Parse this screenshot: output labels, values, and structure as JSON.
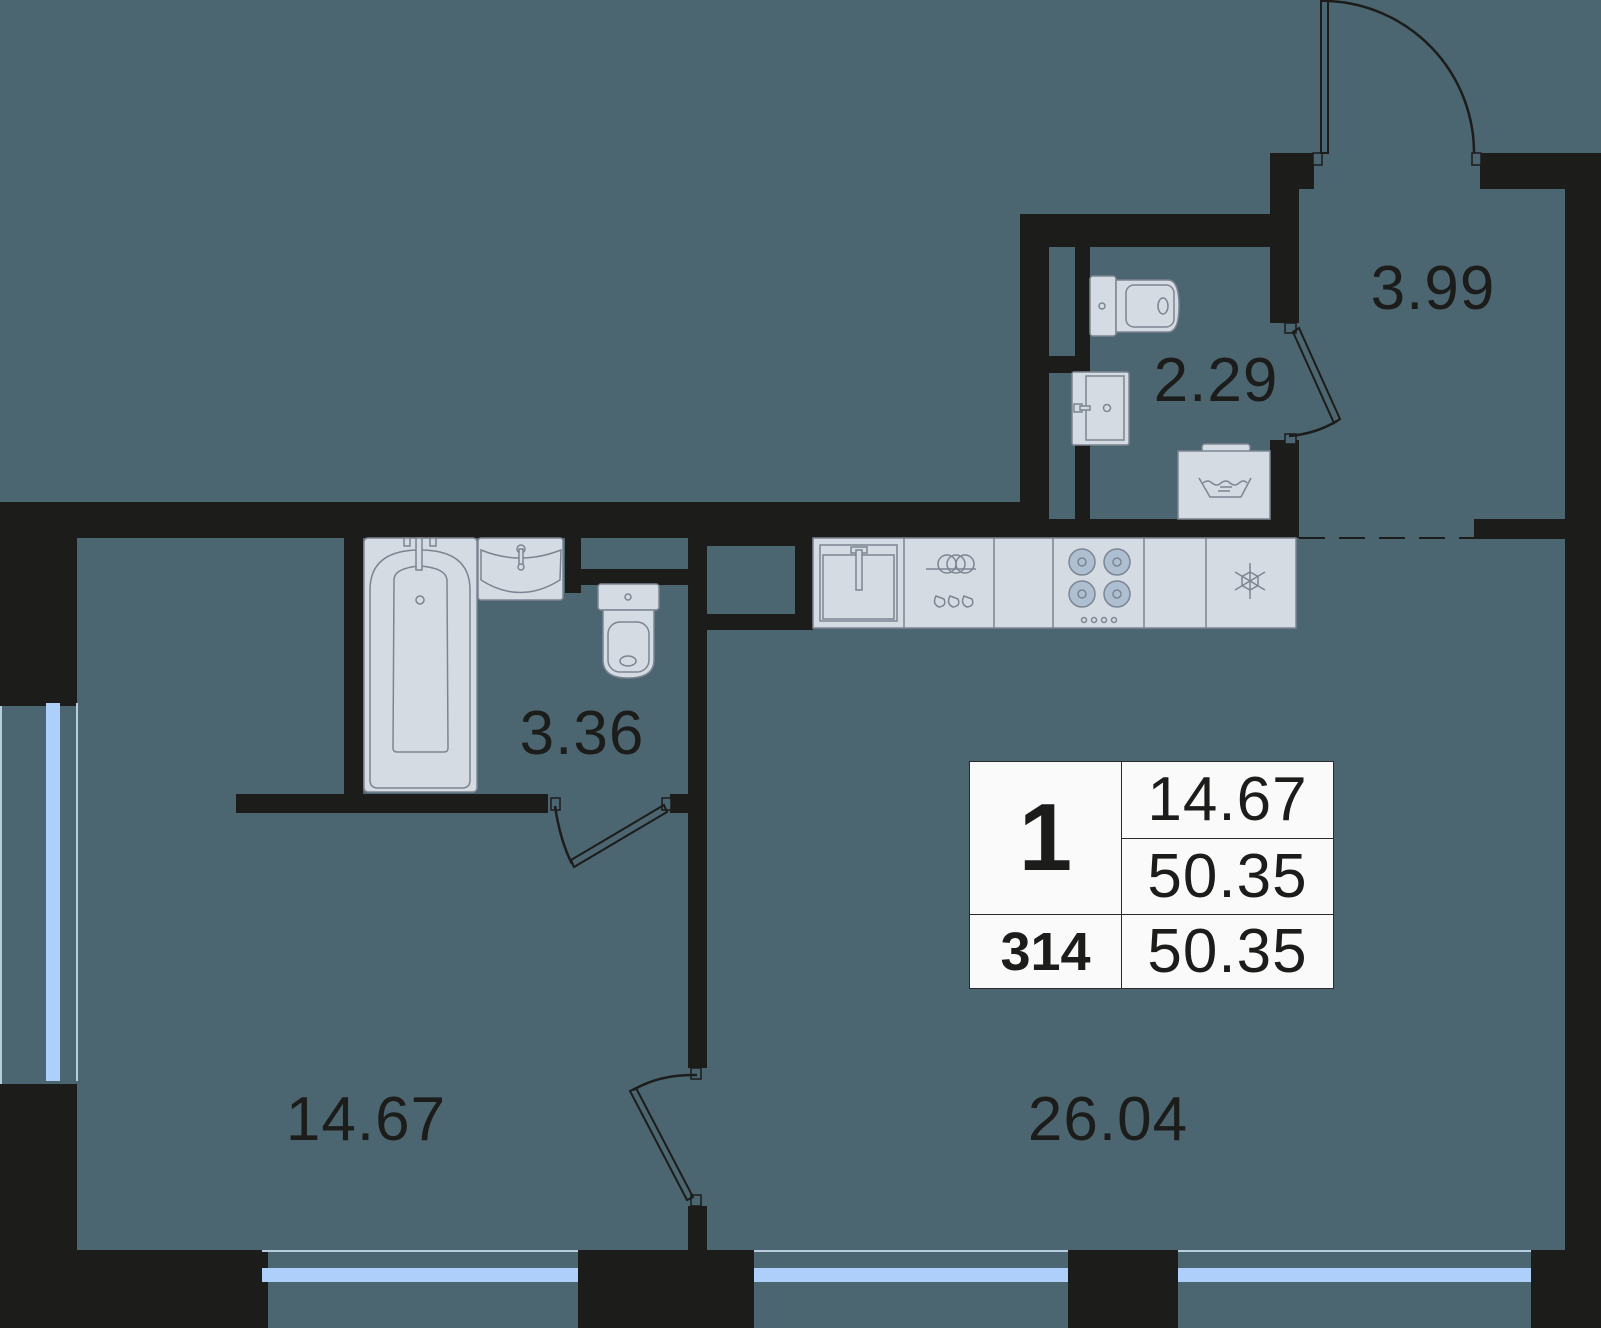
{
  "colors": {
    "background": "#4b6670",
    "wall": "#1c1c1a",
    "window_glass": "#aecffa",
    "fixture_fill": "#d5dbe3",
    "fixture_stroke": "#7c8591",
    "table_bg": "#fafafa"
  },
  "rooms": [
    {
      "id": "bedroom",
      "area": "14.67"
    },
    {
      "id": "living-kitchen",
      "area": "26.04"
    },
    {
      "id": "bathroom",
      "area": "3.36"
    },
    {
      "id": "wc-laundry",
      "area": "2.29"
    },
    {
      "id": "entrance-hall",
      "area": "3.99"
    }
  ],
  "summary": {
    "rooms_count": "1",
    "living_area": "14.67",
    "total_area": "50.35",
    "apartment_number": "314",
    "area_with_balcony": "50.35"
  },
  "fixtures": {
    "kitchen": [
      "sink",
      "dishwasher",
      "cabinet",
      "cooktop",
      "cabinet",
      "fridge-freezer"
    ],
    "bathroom": [
      "bathtub",
      "washbasin",
      "toilet"
    ],
    "wc": [
      "toilet",
      "washbasin",
      "washing-machine"
    ]
  },
  "icons": {
    "fridge": "snowflake-icon",
    "washing_machine": "wash-basin-icon",
    "cooktop": "burner-icon",
    "dishwasher": "dishes-icon"
  }
}
